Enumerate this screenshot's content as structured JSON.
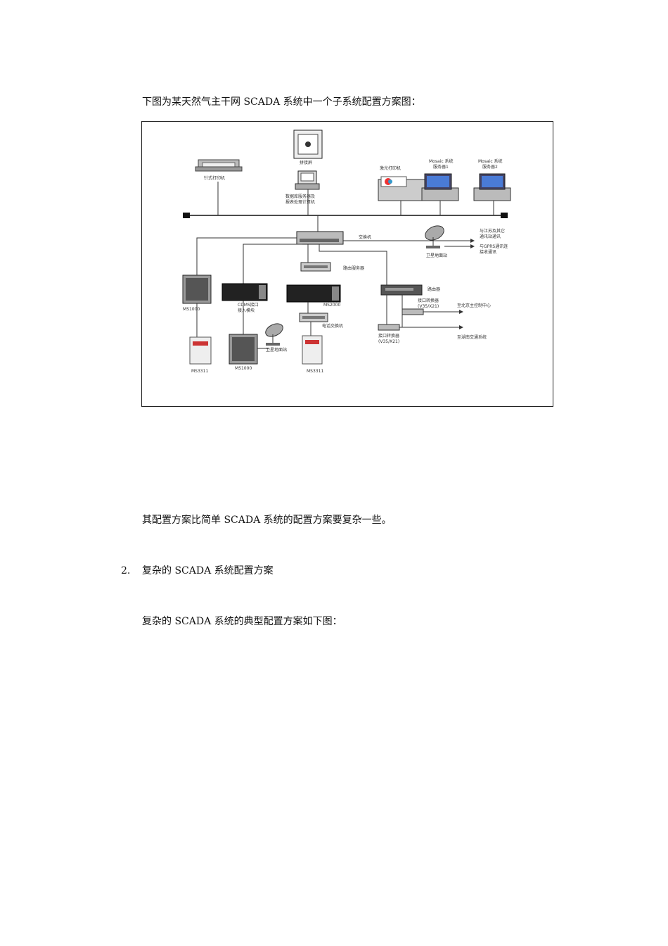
{
  "intro": "下图为某天然气主干网 SCADA 系统中一个子系统配置方案图：",
  "diagram": {
    "labels": {
      "dot_printer": "针式打印机",
      "screen": "拼接屏",
      "history_pc_1": "数据库服务器及",
      "history_pc_2": "报表处理计算机",
      "laser_printer": "激光打印机",
      "mosaic1_1": "Mosaic 系统",
      "mosaic1_2": "服务器1",
      "mosaic2_1": "Mosaic 系统",
      "mosaic2_2": "服务器2",
      "switch": "交换机",
      "sat_right": "卫星地面站",
      "sat_right_note1": "与江苏及其它",
      "sat_right_note2": "通讯站通讯",
      "sat_right_note3": "与GPRS通讯连",
      "sat_right_note4": "接收通讯",
      "route_server": "路由服务器",
      "router": "路由器",
      "conv1_1": "接口转换器",
      "conv1_2": "(V35/X21)",
      "conv1_dest": "至北京主控制中心",
      "conv2_1": "接口转换器",
      "conv2_2": "(V35/X21)",
      "conv2_dest": "至湖南交通系统",
      "ms1000_top": "MS1000",
      "cdma_1": "CDMS接口",
      "cdma_2": "接入模块",
      "ms2000": "MS2000",
      "tel_switch": "电话交换机",
      "ms3311_left": "MS3311",
      "ms1000_bottom": "MS1000",
      "sat_bottom": "卫星地面站",
      "ms3311_right": "MS3311"
    }
  },
  "note": "其配置方案比简单 SCADA 系统的配置方案要复杂一些。",
  "section": {
    "number": "2.",
    "title": "复杂的 SCADA 系统配置方案"
  },
  "lead": "复杂的 SCADA 系统的典型配置方案如下图："
}
